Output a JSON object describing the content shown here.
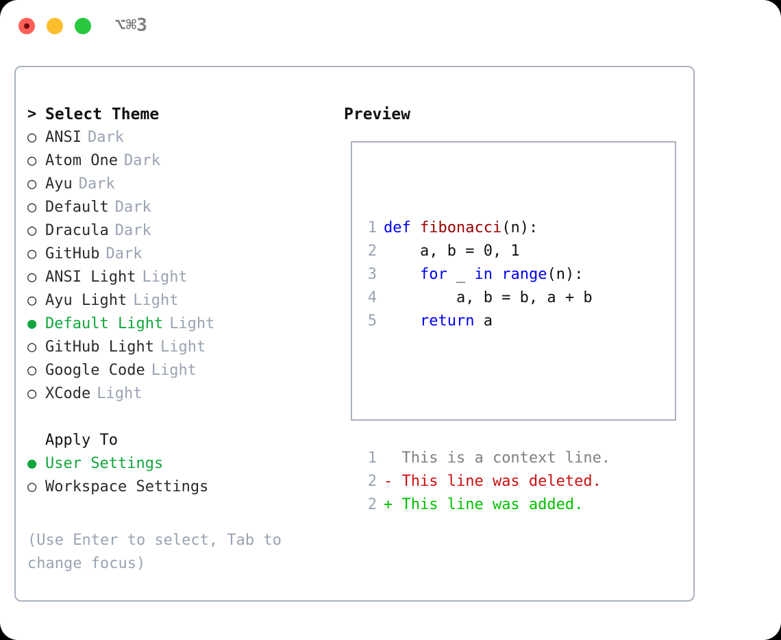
{
  "window": {
    "title": "⌥⌘3",
    "traffic_lights": [
      {
        "name": "close-button",
        "color": "#fd5f57"
      },
      {
        "name": "minimize-button",
        "color": "#fcbe2d"
      },
      {
        "name": "maximize-button",
        "color": "#28c83f"
      }
    ]
  },
  "colors": {
    "accent_selected": "#12a63c",
    "muted": "#9aa3b2",
    "text": "#2b2b2b",
    "border": "#aab2bf",
    "keyword": "#0000ee",
    "function": "#990000",
    "diff_removed": "#cc1111",
    "diff_added": "#00c000",
    "diff_context": "#808080"
  },
  "markers": {
    "prompt": ">",
    "unselected": "○",
    "selected": "●",
    "blank": " "
  },
  "theme_list": {
    "heading": "Select Theme",
    "items": [
      {
        "marker": "○",
        "name": "ANSI",
        "kind": "Dark",
        "selected": false
      },
      {
        "marker": "○",
        "name": "Atom One",
        "kind": "Dark",
        "selected": false
      },
      {
        "marker": "○",
        "name": "Ayu",
        "kind": "Dark",
        "selected": false
      },
      {
        "marker": "○",
        "name": "Default",
        "kind": "Dark",
        "selected": false
      },
      {
        "marker": "○",
        "name": "Dracula",
        "kind": "Dark",
        "selected": false
      },
      {
        "marker": "○",
        "name": "GitHub",
        "kind": "Dark",
        "selected": false
      },
      {
        "marker": "○",
        "name": "ANSI Light",
        "kind": "Light",
        "selected": false
      },
      {
        "marker": "○",
        "name": "Ayu Light",
        "kind": "Light",
        "selected": false
      },
      {
        "marker": "●",
        "name": "Default Light",
        "kind": "Light",
        "selected": true
      },
      {
        "marker": "○",
        "name": "GitHub Light",
        "kind": "Light",
        "selected": false
      },
      {
        "marker": "○",
        "name": "Google Code",
        "kind": "Light",
        "selected": false
      },
      {
        "marker": "○",
        "name": "XCode",
        "kind": "Light",
        "selected": false
      }
    ]
  },
  "apply_to": {
    "label": "Apply To",
    "options": [
      {
        "marker": "●",
        "name": "User Settings",
        "selected": true
      },
      {
        "marker": "○",
        "name": "Workspace Settings",
        "selected": false
      }
    ]
  },
  "hint": "(Use Enter to select, Tab to change focus)",
  "preview": {
    "title": "Preview",
    "code_lines": [
      {
        "num": "1",
        "tokens": [
          {
            "t": "def ",
            "c": "kw"
          },
          {
            "t": "fibonacci",
            "c": "fn"
          },
          {
            "t": "(n):",
            "c": "plain"
          }
        ]
      },
      {
        "num": "2",
        "tokens": [
          {
            "t": "    a, b = 0, 1",
            "c": "plain"
          }
        ]
      },
      {
        "num": "3",
        "tokens": [
          {
            "t": "    ",
            "c": "plain"
          },
          {
            "t": "for",
            "c": "kw"
          },
          {
            "t": " _ ",
            "c": "plain"
          },
          {
            "t": "in",
            "c": "kw"
          },
          {
            "t": " ",
            "c": "plain"
          },
          {
            "t": "range",
            "c": "kw"
          },
          {
            "t": "(n):",
            "c": "plain"
          }
        ]
      },
      {
        "num": "4",
        "tokens": [
          {
            "t": "        a, b = b, a + b",
            "c": "plain"
          }
        ]
      },
      {
        "num": "5",
        "tokens": [
          {
            "t": "    ",
            "c": "plain"
          },
          {
            "t": "return",
            "c": "kw"
          },
          {
            "t": " a",
            "c": "plain"
          }
        ]
      }
    ],
    "diff_lines": [
      {
        "num": "1",
        "sign": " ",
        "text": " This is a context line.",
        "kind": "ctx"
      },
      {
        "num": "2",
        "sign": "-",
        "text": " This line was deleted.",
        "kind": "del"
      },
      {
        "num": "2",
        "sign": "+",
        "text": " This line was added.",
        "kind": "add"
      }
    ]
  }
}
